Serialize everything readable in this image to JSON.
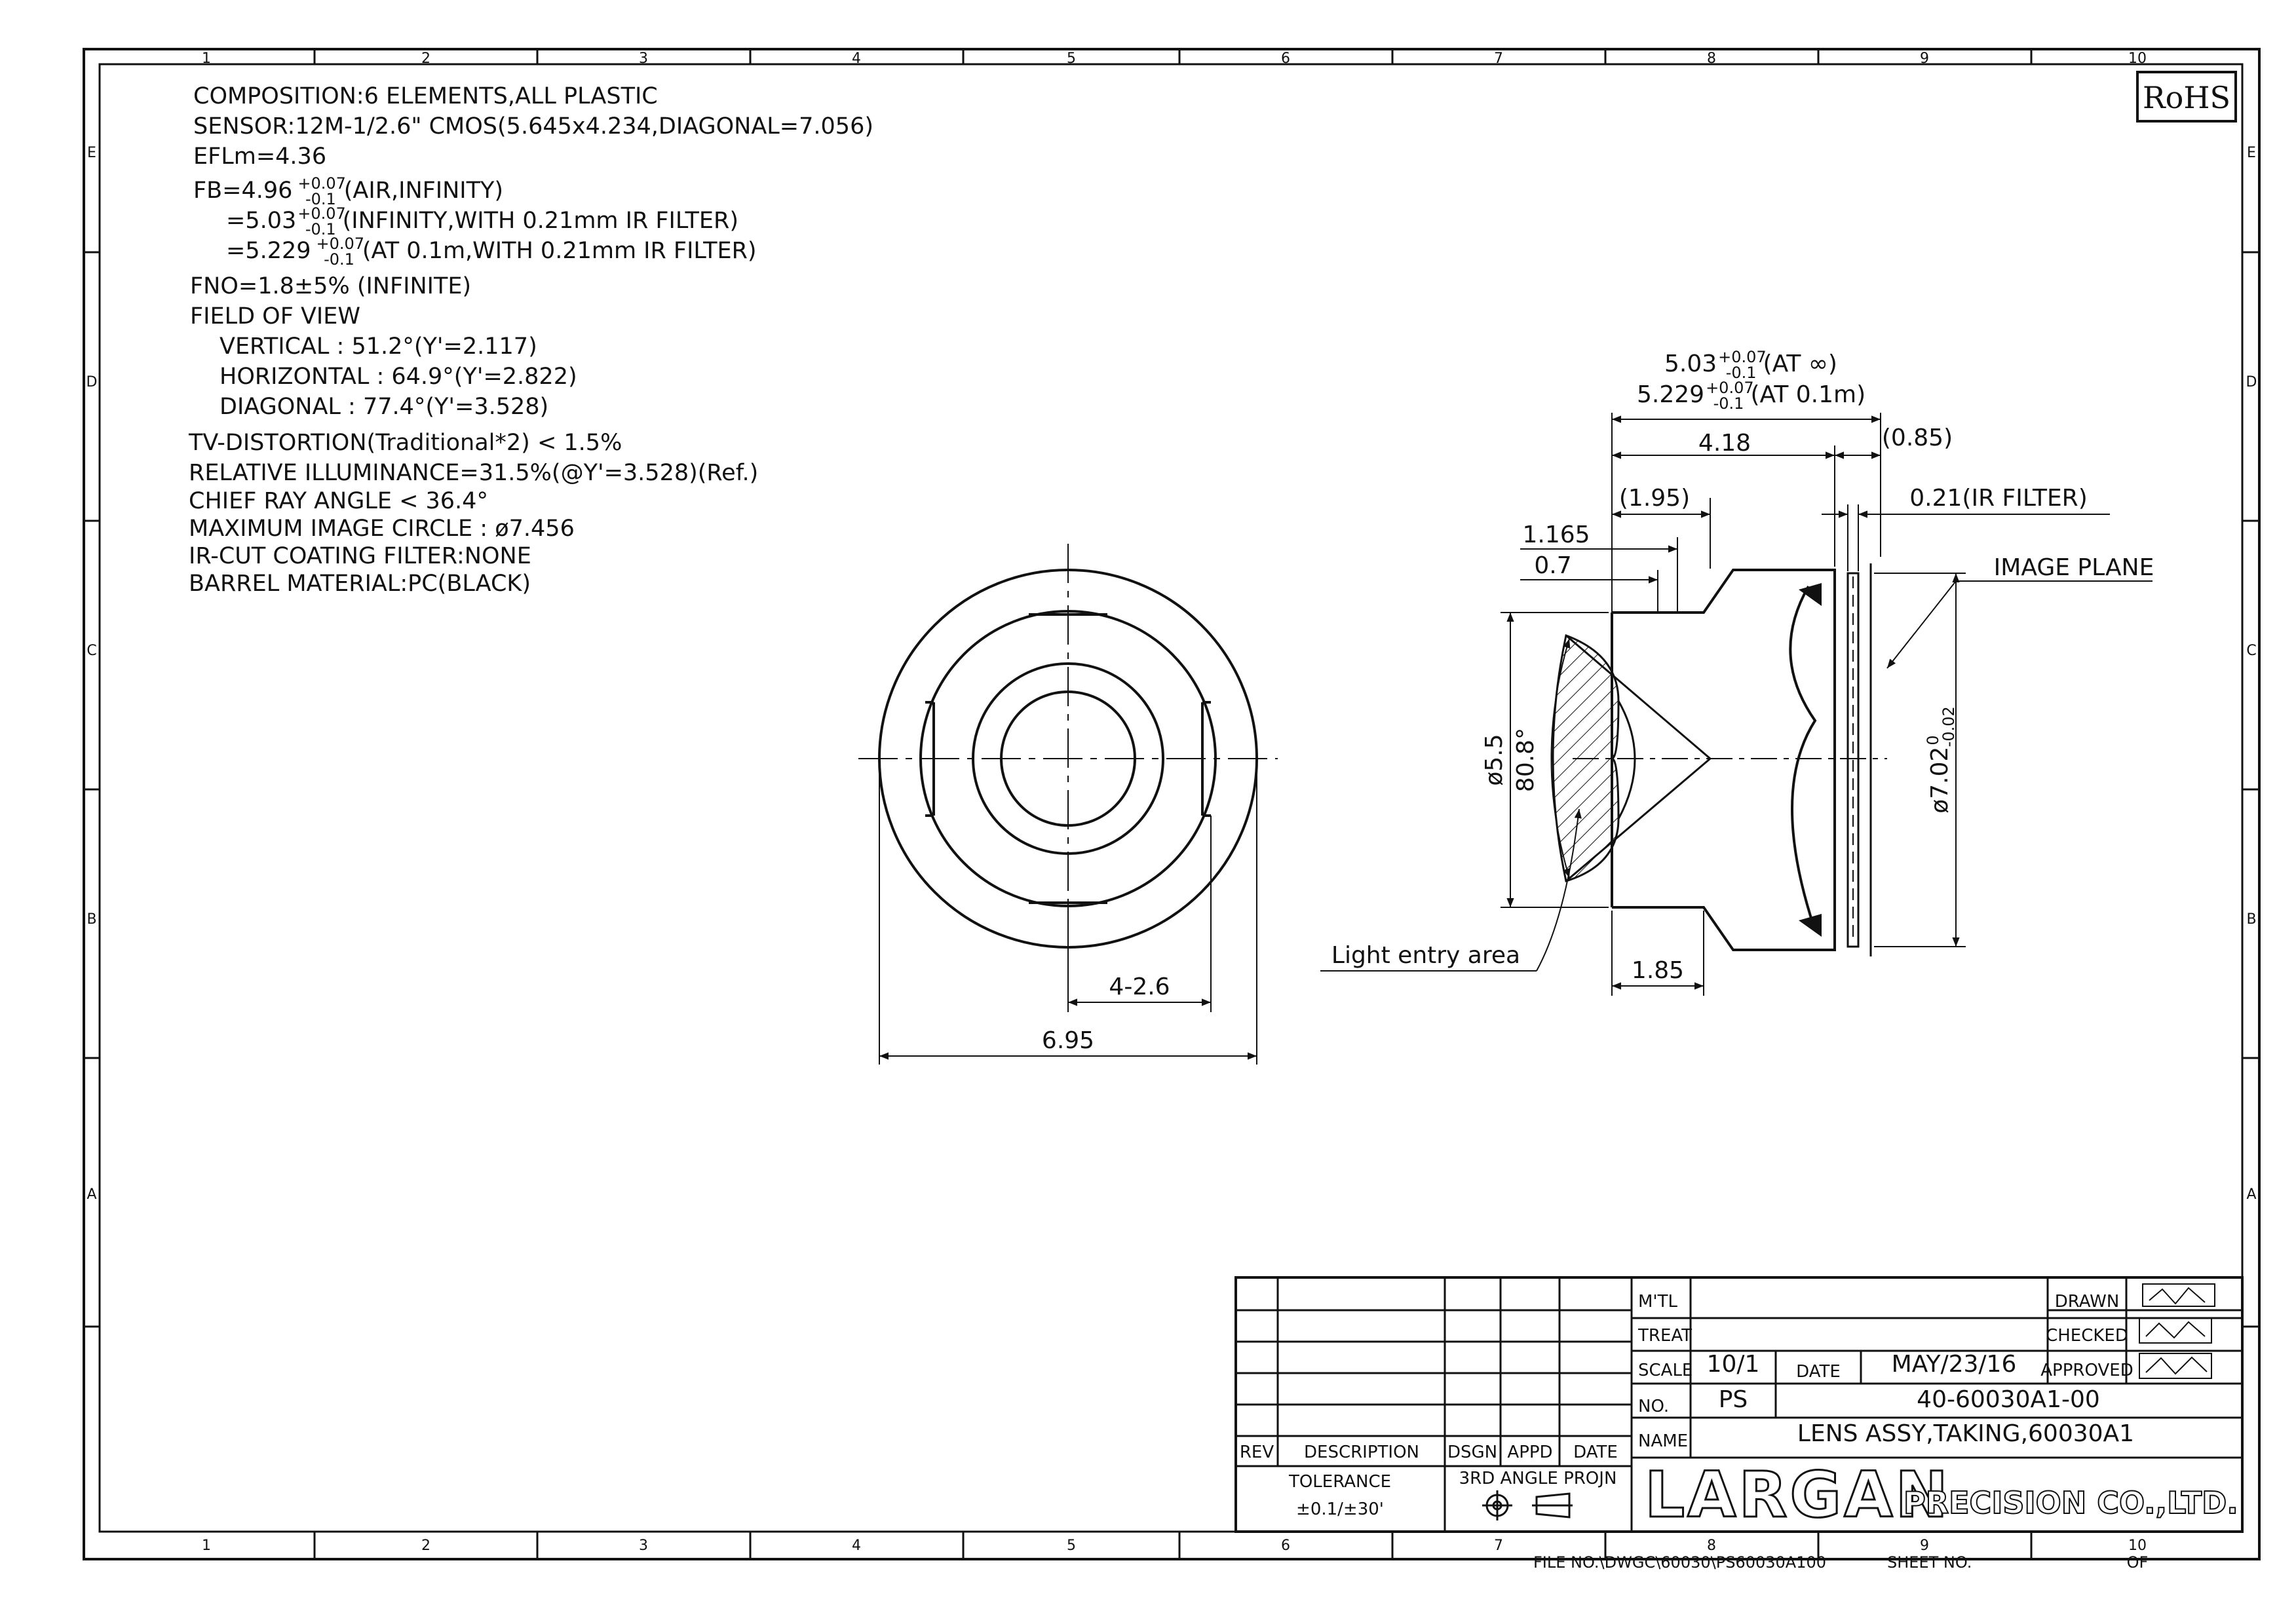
{
  "specs": {
    "composition": "COMPOSITION:6 ELEMENTS,ALL PLASTIC",
    "sensor": "SENSOR:12M-1/2.6\" CMOS(5.645x4.234,DIAGONAL=7.056)",
    "efl": "EFLm=4.36",
    "fb_1": "FB=4.96",
    "fb_1_tol_plus": "+0.07",
    "fb_1_tol_minus": "-0.1",
    "fb_1_note": "(AIR,INFINITY)",
    "fb_2": "=5.03",
    "fb_2_tol_plus": "+0.07",
    "fb_2_tol_minus": "-0.1",
    "fb_2_note": "(INFINITY,WITH  0.21mm  IR  FILTER)",
    "fb_3": "=5.229",
    "fb_3_tol_plus": "+0.07",
    "fb_3_tol_minus": "-0.1",
    "fb_3_note": "(AT  0.1m,WITH  0.21mm  IR  FILTER)",
    "fno": "FNO=1.8±5%  (INFINITE)",
    "fov_title": "FIELD  OF  VIEW",
    "fov_vertical": "VERTICAL : 51.2°(Y'=2.117)",
    "fov_horizontal": "HORIZONTAL : 64.9°(Y'=2.822)",
    "fov_diagonal": "DIAGONAL : 77.4°(Y'=3.528)",
    "tv_distortion": "TV-DISTORTION(Traditional*2)  <  1.5%",
    "relative_illuminance": "RELATIVE  ILLUMINANCE=31.5%(@Y'=3.528)(Ref.)",
    "chief_ray_angle": "CHIEF  RAY  ANGLE  <  36.4°",
    "max_image_circle": "MAXIMUM  IMAGE  CIRCLE : ø7.456",
    "ir_cut": "IR-CUT  COATING  FILTER:NONE",
    "barrel_material": "BARREL  MATERIAL:PC(BLACK)"
  },
  "badge": "RoHS",
  "front_view": {
    "dim_slot": "4-2.6",
    "dim_outer": "6.95"
  },
  "side_view": {
    "fb_inf": "5.03",
    "fb_inf_tol_plus": "+0.07",
    "fb_inf_tol_minus": "-0.1",
    "fb_inf_note": "(AT  ∞)",
    "fb_near": "5.229",
    "fb_near_tol_plus": "+0.07",
    "fb_near_tol_minus": "-0.1",
    "fb_near_note": "(AT  0.1m)",
    "dim_length": "4.18",
    "dim_085": "(0.85)",
    "dim_195": "(1.95)",
    "dim_ir_filter": "0.21(IR  FILTER)",
    "dim_1165": "1.165",
    "dim_07": "0.7",
    "image_plane": "IMAGE  PLANE",
    "dim_dia55": "ø5.5",
    "dim_angle": "80.8°",
    "dim_dia702": "ø7.02",
    "dim_dia702_tol_plus": "0",
    "dim_dia702_tol_minus": "-0.02",
    "light_entry": "Light  entry  area",
    "dim_185": "1.85"
  },
  "border": {
    "columns": [
      "1",
      "2",
      "3",
      "4",
      "5",
      "6",
      "7",
      "8",
      "9",
      "10"
    ],
    "rows": [
      "E",
      "D",
      "C",
      "B",
      "A"
    ]
  },
  "title_block": {
    "rev_label": "REV",
    "description_label": "DESCRIPTION",
    "dsgn_label": "DSGN",
    "appd_label": "APPD",
    "date_label": "DATE",
    "tolerance_label": "TOLERANCE",
    "tolerance_value": "±0.1/±30'",
    "projection_label": "3RD  ANGLE  PROJN",
    "mtl_label": "M'TL",
    "treat_label": "TREAT",
    "scale_label": "SCALE",
    "scale_value": "10/1",
    "date_field_label": "DATE",
    "date_value": "MAY/23/16",
    "no_label": "NO.",
    "no_prefix": "PS",
    "no_value": "40-60030A1-00",
    "name_label": "NAME",
    "name_value": "LENS  ASSY,TAKING,60030A1",
    "drawn_label": "DRAWN",
    "checked_label": "CHECKED",
    "approved_label": "APPROVED",
    "company_logo": "LARGAN",
    "company_suffix": "PRECISION CO.,LTD.",
    "file_no": "FILE  NO.\\DWGC\\60030\\PS60030A100",
    "sheet_no": "SHEET  NO.",
    "of_label": "OF"
  }
}
